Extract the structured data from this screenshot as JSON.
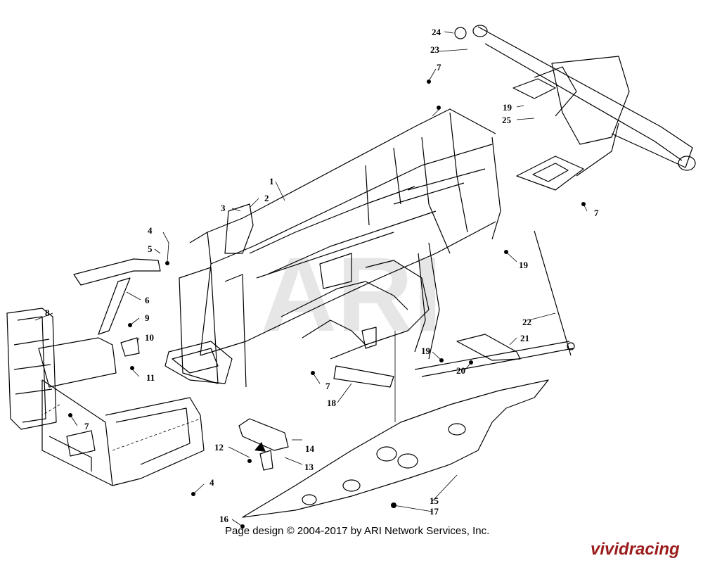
{
  "footer": {
    "credit": "Page design © 2004-2017 by ARI Network Services, Inc."
  },
  "watermark": {
    "text": "ARI"
  },
  "brand": {
    "text": "vividracing",
    "color": "#9b1c1c"
  },
  "callouts": [
    "1",
    "2",
    "3",
    "4",
    "4",
    "5",
    "6",
    "7",
    "7",
    "7",
    "7",
    "7",
    "8",
    "9",
    "10",
    "11",
    "12",
    "13",
    "14",
    "15",
    "16",
    "17",
    "18",
    "19",
    "19",
    "19",
    "20",
    "21",
    "22",
    "23",
    "24",
    "25"
  ]
}
